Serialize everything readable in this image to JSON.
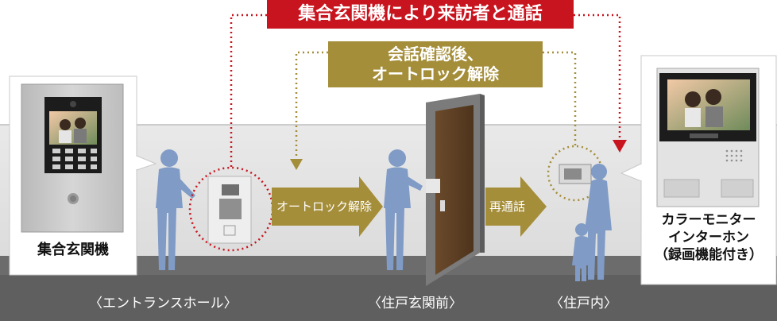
{
  "banner_top": "集合玄関機により来訪者と通話",
  "banner_gold": {
    "line1": "会話確認後、",
    "line2": "オートロック解除"
  },
  "arrow_labels": {
    "autolock": "オートロック解除",
    "recall": "再通話"
  },
  "location_labels": {
    "entrance_hall": "〈エントランスホール〉",
    "front_door": "〈住戸玄関前〉",
    "inside": "〈住戸内〉"
  },
  "device_left": {
    "label": "集合玄関機"
  },
  "device_right": {
    "line1": "カラーモニター",
    "line2": "インターホン",
    "line3": "（録画機能付き）"
  },
  "colors": {
    "red": "#c8141e",
    "gold": "#a58e3a",
    "person": "#7f9bc6",
    "floor": "#5f5f60"
  }
}
